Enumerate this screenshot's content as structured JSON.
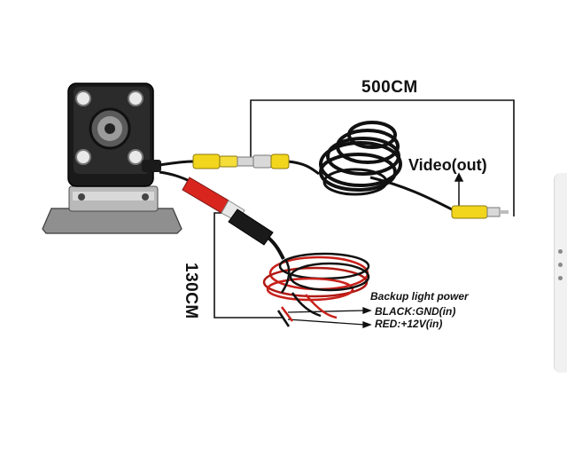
{
  "labels": {
    "cable_length_video": "500CM",
    "cable_length_power": "130CM",
    "video_out": "Video(out)",
    "backup_light_power": "Backup light power",
    "black_wire": "BLACK:GND(in)",
    "red_wire": "RED:+12V(in)"
  },
  "icons": {
    "camera": "backup-camera-icon",
    "more": "more-vertical-icon"
  },
  "colors": {
    "background": "#ffffff",
    "rca_yellow": "#f2d51d",
    "rca_red": "#d8261e",
    "cable_black": "#111111",
    "wire_red": "#c8201a"
  }
}
